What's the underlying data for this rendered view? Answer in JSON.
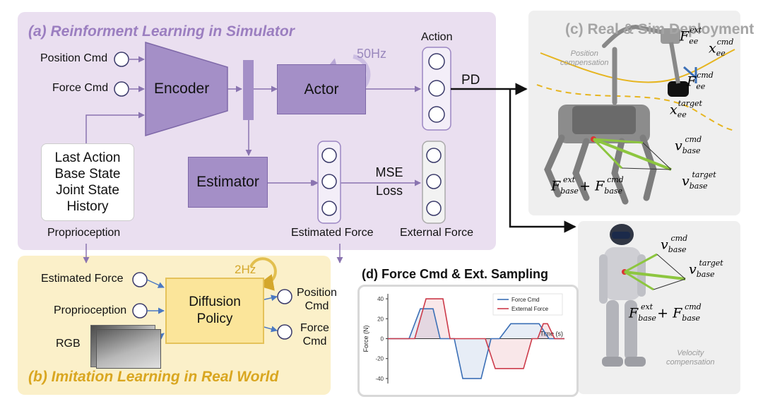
{
  "panel_a": {
    "title": "(a) Reinforment Learning in Simulator",
    "position_cmd": "Position Cmd",
    "force_cmd": "Force Cmd",
    "encoder": "Encoder",
    "actor": "Actor",
    "estimator": "Estimator",
    "rate": "50Hz",
    "action": "Action",
    "pd": "PD",
    "mse_line1": "MSE",
    "mse_line2": "Loss",
    "estimated_force": "Estimated Force",
    "external_force": "External Force",
    "state_lines": [
      "Last Action",
      "Base State",
      "Joint State",
      "History"
    ],
    "proprioception": "Proprioception"
  },
  "panel_b": {
    "title": "(b) Imitation Learning in Real World",
    "estimated_force": "Estimated Force",
    "proprioception": "Proprioception",
    "rgb": "RGB",
    "diffusion_line1": "Diffusion",
    "diffusion_line2": "Policy",
    "rate": "2Hz",
    "position_line1": "Position",
    "position_line2": "Cmd",
    "force_line1": "Force",
    "force_line2": "Cmd"
  },
  "panel_c": {
    "title": "(c) Real & Sim Deployment",
    "position_comp_line1": "Position",
    "position_comp_line2": "compensation",
    "velocity_comp_line1": "Velocity",
    "velocity_comp_line2": "compensation"
  },
  "panel_d": {
    "title": "(d) Force Cmd & Ext. Sampling"
  },
  "colors": {
    "panel_a_bg": "#eadff0",
    "panel_b_bg": "#fbf0c9",
    "block_purple": "#a48fc7",
    "diffusion_yellow": "#fbe59a",
    "force_cmd": "#3b6fb6",
    "external_force": "#cc3b4a"
  },
  "chart_data": {
    "type": "line",
    "title": "",
    "xlabel": "Time (s)",
    "ylabel": "Force (N)",
    "ylim": [
      -45,
      45
    ],
    "yticks": [
      -40,
      -20,
      0,
      20,
      40
    ],
    "legend_position": "top-right",
    "series": [
      {
        "name": "Force Cmd",
        "color": "#3b6fb6",
        "points": [
          [
            0,
            0
          ],
          [
            1.5,
            0
          ],
          [
            2.3,
            30
          ],
          [
            3.2,
            30
          ],
          [
            3.7,
            0
          ],
          [
            4.7,
            0
          ],
          [
            5.3,
            -40
          ],
          [
            6.6,
            -40
          ],
          [
            7.3,
            0
          ],
          [
            7.9,
            0
          ],
          [
            8.7,
            15
          ],
          [
            10.7,
            15
          ],
          [
            11.4,
            0
          ],
          [
            12.5,
            0
          ]
        ]
      },
      {
        "name": "External Force",
        "color": "#cc3b4a",
        "points": [
          [
            0,
            0
          ],
          [
            1.9,
            0
          ],
          [
            2.7,
            40
          ],
          [
            3.9,
            40
          ],
          [
            4.4,
            0
          ],
          [
            6.9,
            0
          ],
          [
            7.6,
            -30
          ],
          [
            9.6,
            -30
          ],
          [
            10.2,
            0
          ],
          [
            10.6,
            0
          ],
          [
            11.0,
            15
          ],
          [
            11.3,
            15
          ],
          [
            11.8,
            0
          ],
          [
            12.5,
            0
          ]
        ]
      }
    ]
  },
  "math": {
    "f_ee_ext": "F",
    "f_ee_ext_sub": "ee",
    "f_ee_ext_sup": "ext",
    "x_ee_cmd": "x",
    "x_ee_cmd_sub": "ee",
    "x_ee_cmd_sup": "cmd",
    "f_ee_cmd": "F",
    "f_ee_cmd_sub": "ee",
    "f_ee_cmd_sup": "cmd",
    "x_ee_target": "x",
    "x_ee_target_sub": "ee",
    "x_ee_target_sup": "target",
    "v_base_cmd": "v",
    "v_base_cmd_sub": "base",
    "v_base_cmd_sup": "cmd",
    "v_base_target": "v",
    "v_base_target_sub": "base",
    "v_base_target_sup": "target",
    "f_base_ext": "F",
    "f_base_ext_sub": "base",
    "f_base_ext_sup": "ext",
    "plus": "+",
    "f_base_cmd": "F",
    "f_base_cmd_sub": "base",
    "f_base_cmd_sup": "cmd"
  }
}
